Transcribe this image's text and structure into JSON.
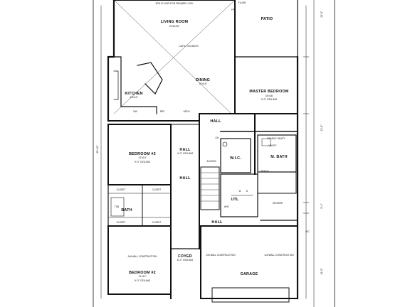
{
  "plan": {
    "top_note": "3RD FLOOR FOR FRAMED LOCK",
    "rooms": {
      "living_room": "LIVING ROOM",
      "living_room_dim": "23'x24'6\"",
      "cath_ceiling": "CATH. CEILING'S",
      "patio": "PATIO",
      "dining": "DINING",
      "dining_dim": "10'x10'",
      "kitchen": "KITCHEN",
      "kitchen_dim": "13'x13'",
      "master_bedroom": "MASTER BEDROOM",
      "master_bedroom_dim": "15'x16'",
      "master_ceiling": "9'-0\" CEILING",
      "bedroom_3": "BEDROOM #3",
      "bedroom_3_dim": "12'x14'",
      "bedroom_3_ceiling": "9'-0\" CEILING",
      "bedroom_2": "BEDROOM #2",
      "bedroom_2_dim": "11'x12'",
      "bedroom_2_ceiling": "9'-0\" CEILING",
      "hall_upper": "HALL",
      "hall_center": "HALL",
      "hall_dim": "4'-0\" CEILING",
      "hall_mid": "HALL",
      "hall_lower": "HALL",
      "wic": "W.I.C.",
      "m_bath": "M. BATH",
      "bath": "BATH",
      "closet_1": "CLOSET",
      "closet_2": "CLOSET",
      "closet_3": "CLOSET",
      "closet_4": "CLOSET",
      "utl": "UTL",
      "foyer": "FOYER",
      "foyer_dim": "6'-0\" CEILING",
      "garage": "GARAGE",
      "shower": "SHOWER",
      "stair_access": "ACCESS",
      "garage_note_left": "2x6 WALL CONSTRUCTION",
      "garage_note_right": "2x6 WALL CONSTRUCTION",
      "wall_note_left": "2x6 WALL CONSTRUCTION",
      "ac": "A/C",
      "wh": "W/H",
      "dw": "DW",
      "ref": "REF",
      "w": "W",
      "d": "D",
      "fp": "FP",
      "tub": "TUB",
      "lin": "LIN",
      "arch": "ARCH",
      "flush": "FLUSH",
      "bench": "BENCH",
      "vanity": "VANITY",
      "double_vanity": "DOUBLE VANITY"
    },
    "dims": {
      "left_overall": "60'-10\"",
      "right_top": "31'-0\"",
      "right_mid": "22'-8\"",
      "right_lower": "5'-4\"",
      "right_bottom": "21'-0\""
    }
  }
}
